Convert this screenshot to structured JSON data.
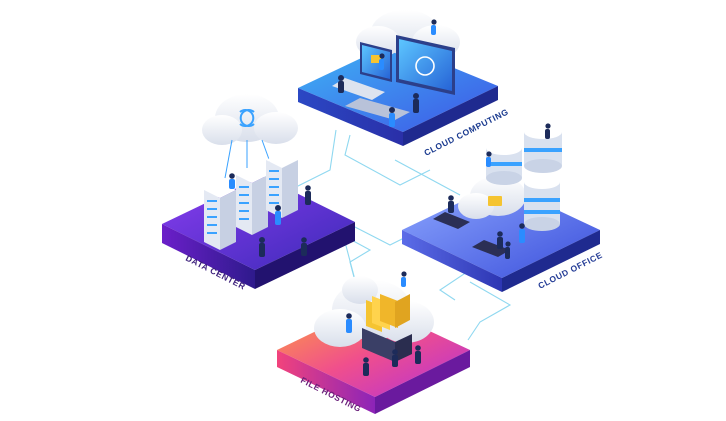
{
  "platforms": {
    "cloud_computing": {
      "label": "CLOUD COMPUTING",
      "label_color": "#1a3a8f"
    },
    "data_center": {
      "label": "DATA CENTER",
      "label_color": "#3a1d7a"
    },
    "cloud_office": {
      "label": "CLOUD OFFICE",
      "label_color": "#243c96"
    },
    "file_hosting": {
      "label": "FILE HOSTING",
      "label_color": "#6a1f7a"
    }
  },
  "colors": {
    "connector": "#7fd3ef",
    "cloud": "#e9edf5",
    "server": "#f2f5fb",
    "server_lights": "#3aa2ff",
    "folder": "#f5c431",
    "monitor_screen": "#2f8bf0"
  },
  "icons": [
    "cloud-sync-icon",
    "folder-icon",
    "server-rack-icon",
    "monitor-icon",
    "database-cylinder-icon",
    "person-icon"
  ]
}
